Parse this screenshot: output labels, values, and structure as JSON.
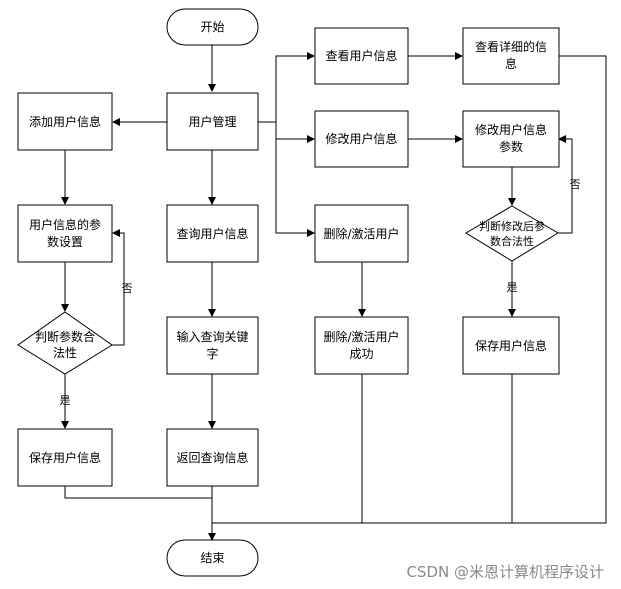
{
  "flowchart": {
    "start": "开始",
    "end": "结束",
    "user_management": "用户管理",
    "add_user": "添加用户信息",
    "add_params": [
      "用户信息的参",
      "数设置"
    ],
    "add_check": [
      "判断参数合",
      "法性"
    ],
    "add_save": "保存用户信息",
    "query_user": "查询用户信息",
    "query_keyword": [
      "输入查询关键",
      "字"
    ],
    "query_return": "返回查询信息",
    "view_user": "查看用户信息",
    "view_detail": [
      "查看详细的信",
      "息"
    ],
    "modify_user": "修改用户信息",
    "modify_params": [
      "修改用户信息",
      "参数"
    ],
    "modify_check": [
      "判断修改后参",
      "数合法性"
    ],
    "modify_save": "保存用户信息",
    "delete_user": "删除/激活用户",
    "delete_success": [
      "删除/激活用户",
      "成功"
    ],
    "yes_label": "是",
    "no_label": "否"
  },
  "watermark": "CSDN @米恩计算机程序设计"
}
